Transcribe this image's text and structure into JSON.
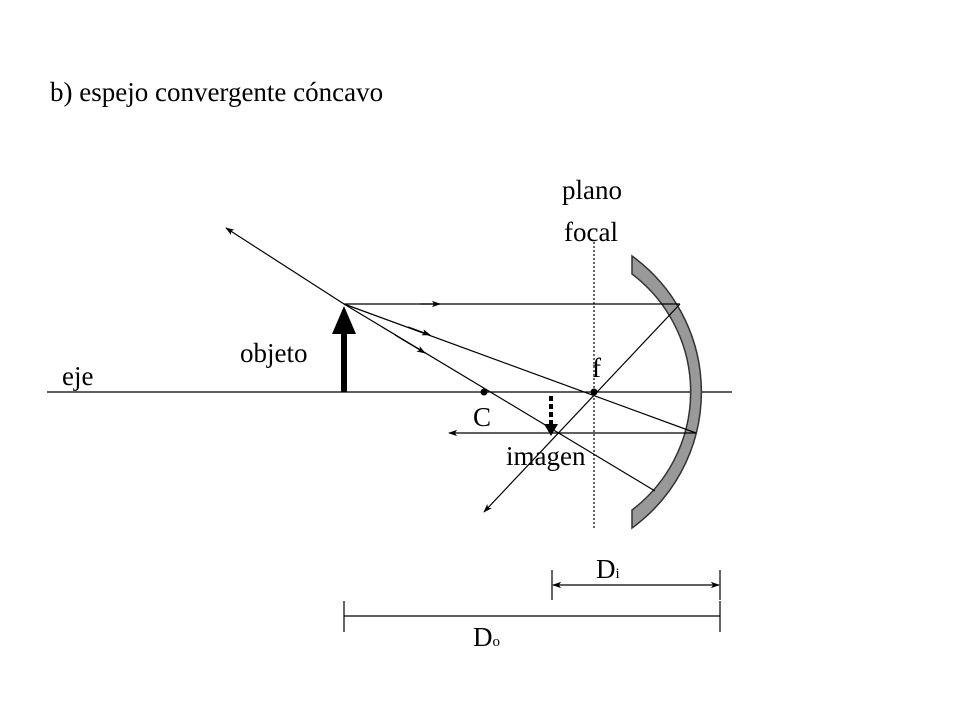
{
  "title": "b) espejo convergente cóncavo",
  "labels": {
    "plane_line1": "plano",
    "plane_line2": "focal",
    "object": "objeto",
    "axis": "eje",
    "focus": "f",
    "center": "C",
    "image": "imagen",
    "di_main": "D",
    "di_sub": "i",
    "do_main": "D",
    "do_sub": "o"
  },
  "colors": {
    "ink": "#000000",
    "mirror_fill": "#999999"
  }
}
